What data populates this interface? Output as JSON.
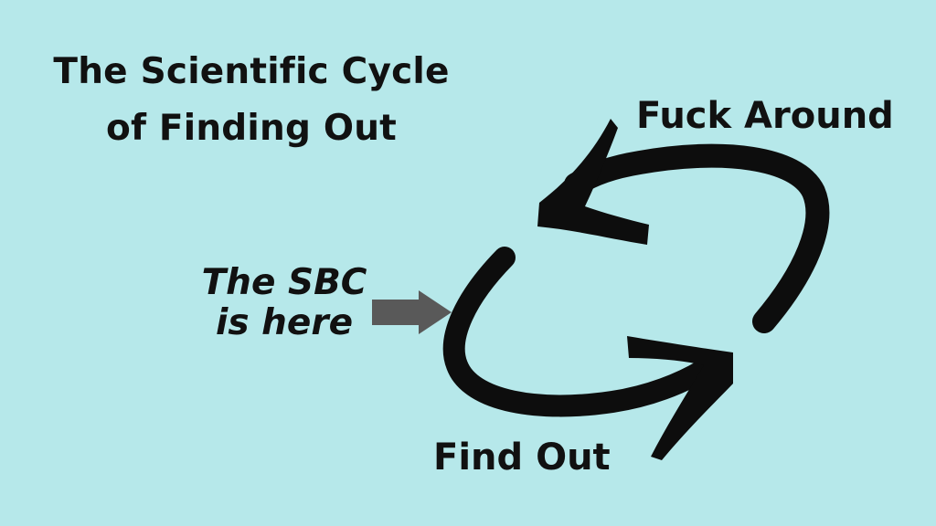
{
  "title": {
    "line1": "The Scientific Cycle",
    "line2": "of Finding Out"
  },
  "labels": {
    "fuck_around": "Fuck Around",
    "find_out": "Find Out"
  },
  "annotation": {
    "line1": "The SBC",
    "line2": "is here"
  },
  "colors": {
    "background": "#b6e8ea",
    "arrow": "#0d0d0d",
    "pointer_arrow": "#595959",
    "text": "#111111"
  }
}
